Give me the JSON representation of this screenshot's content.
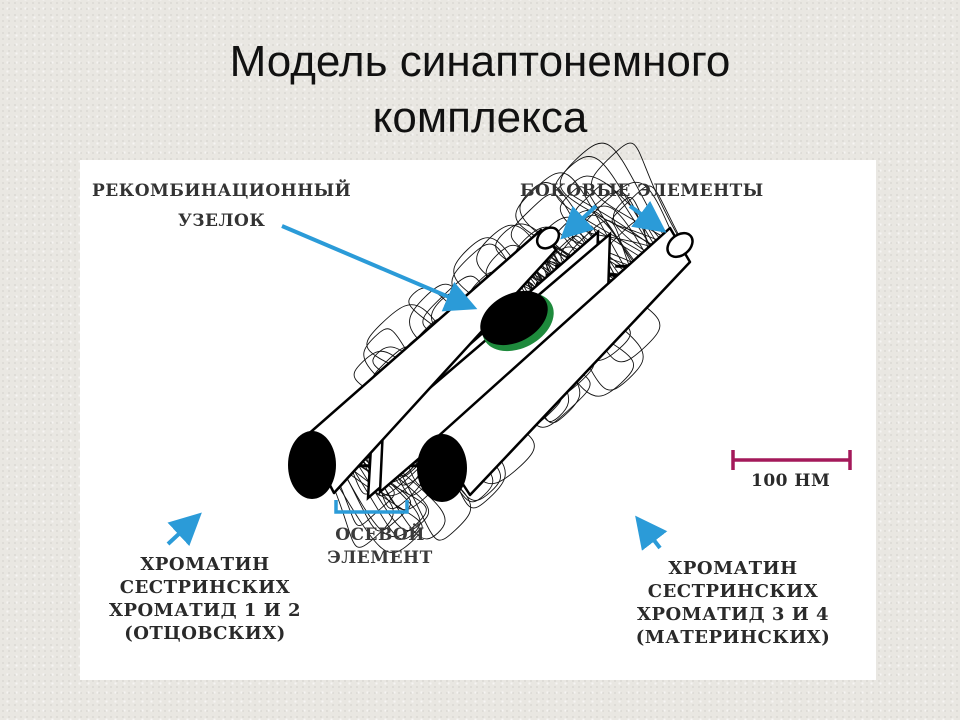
{
  "title": {
    "line1": "Модель синаптонемного",
    "line2": "комплекса"
  },
  "labels": {
    "recombination_line1": "РЕКОМБИНАЦИОННЫЙ",
    "recombination_line2": "УЗЕЛОК",
    "lateral_elements": "БОКОВЫЕ ЭЛЕМЕНТЫ",
    "axial_line1": "ОСЕВОЙ",
    "axial_line2": "ЭЛЕМЕНТ",
    "scale": "100 НМ",
    "paternal_line1": "ХРОМАТИН",
    "paternal_line2": "СЕСТРИНСКИХ",
    "paternal_line3": "ХРОМАТИД 1 И 2",
    "paternal_line4": "(ОТЦОВСКИХ)",
    "maternal_line1": "ХРОМАТИН",
    "maternal_line2": "СЕСТРИНСКИХ",
    "maternal_line3": "ХРОМАТИД 3 И 4",
    "maternal_line4": "(МАТЕРИНСКИХ)"
  },
  "colors": {
    "arrow": "#2b9bd8",
    "scale_bar": "#a4195a",
    "nodule_rim": "#1e8a3c",
    "axial_bracket": "#2b9bd8"
  }
}
